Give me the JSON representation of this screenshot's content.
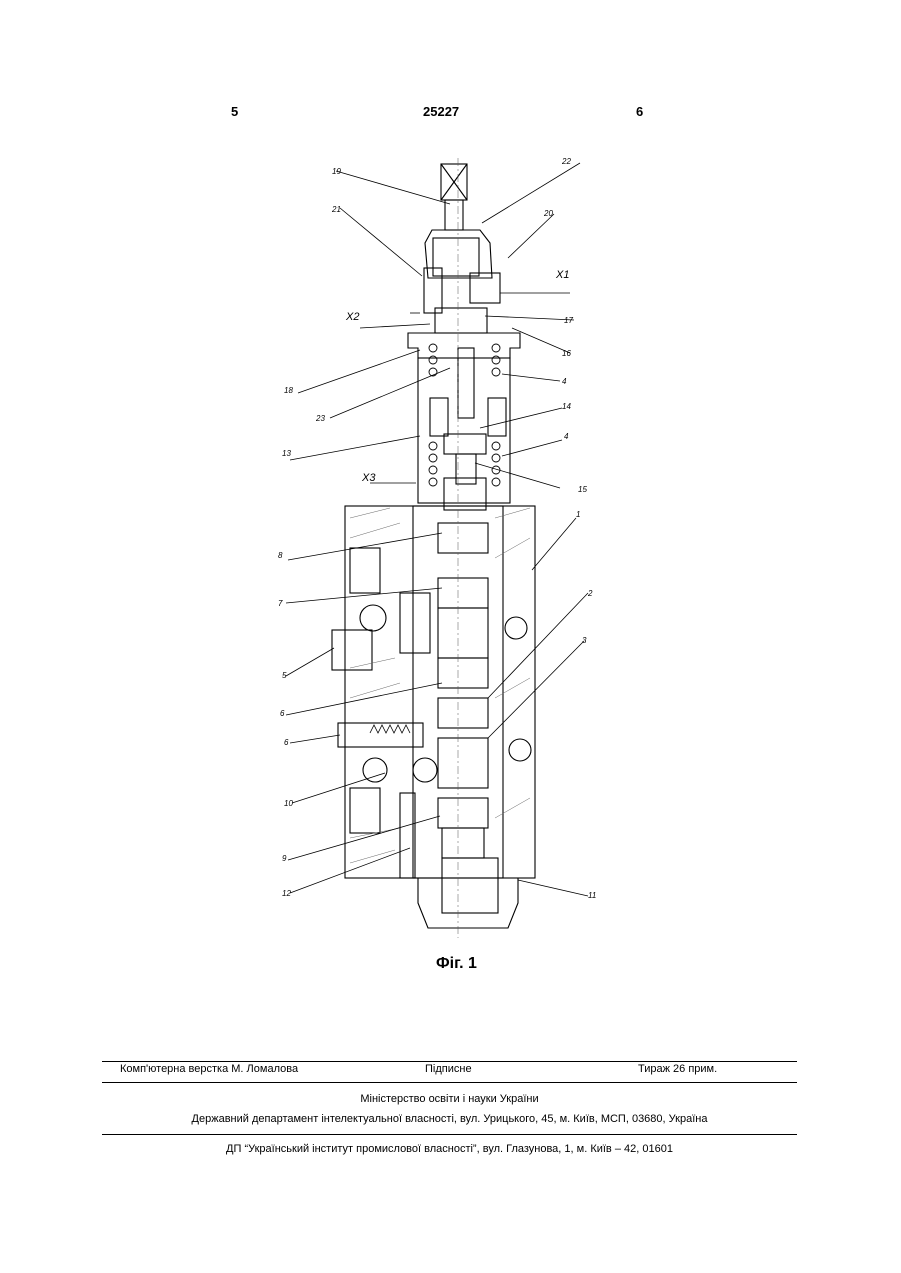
{
  "header": {
    "left_page": "5",
    "patent_number": "25227",
    "right_page": "6"
  },
  "figure": {
    "caption": "Фіг. 1",
    "labels": [
      "19",
      "22",
      "21",
      "20",
      "X1",
      "X2",
      "17",
      "16",
      "18",
      "4",
      "23",
      "14",
      "13",
      "4",
      "X3",
      "15",
      "1",
      "8",
      "7",
      "2",
      "3",
      "5",
      "6",
      "6",
      "10",
      "9",
      "12",
      "11"
    ]
  },
  "footer": {
    "layout": "Комп'ютерна верстка М. Ломалова",
    "signed": "Підписне",
    "circulation": "Тираж 26 прим.",
    "ministry": "Міністерство освіти і науки України",
    "department": "Державний департамент інтелектуальної власності, вул. Урицького, 45, м. Київ, МСП, 03680, Україна",
    "institute": "ДП “Український інститут промислової власності”, вул. Глазунова, 1, м. Київ – 42, 01601"
  }
}
